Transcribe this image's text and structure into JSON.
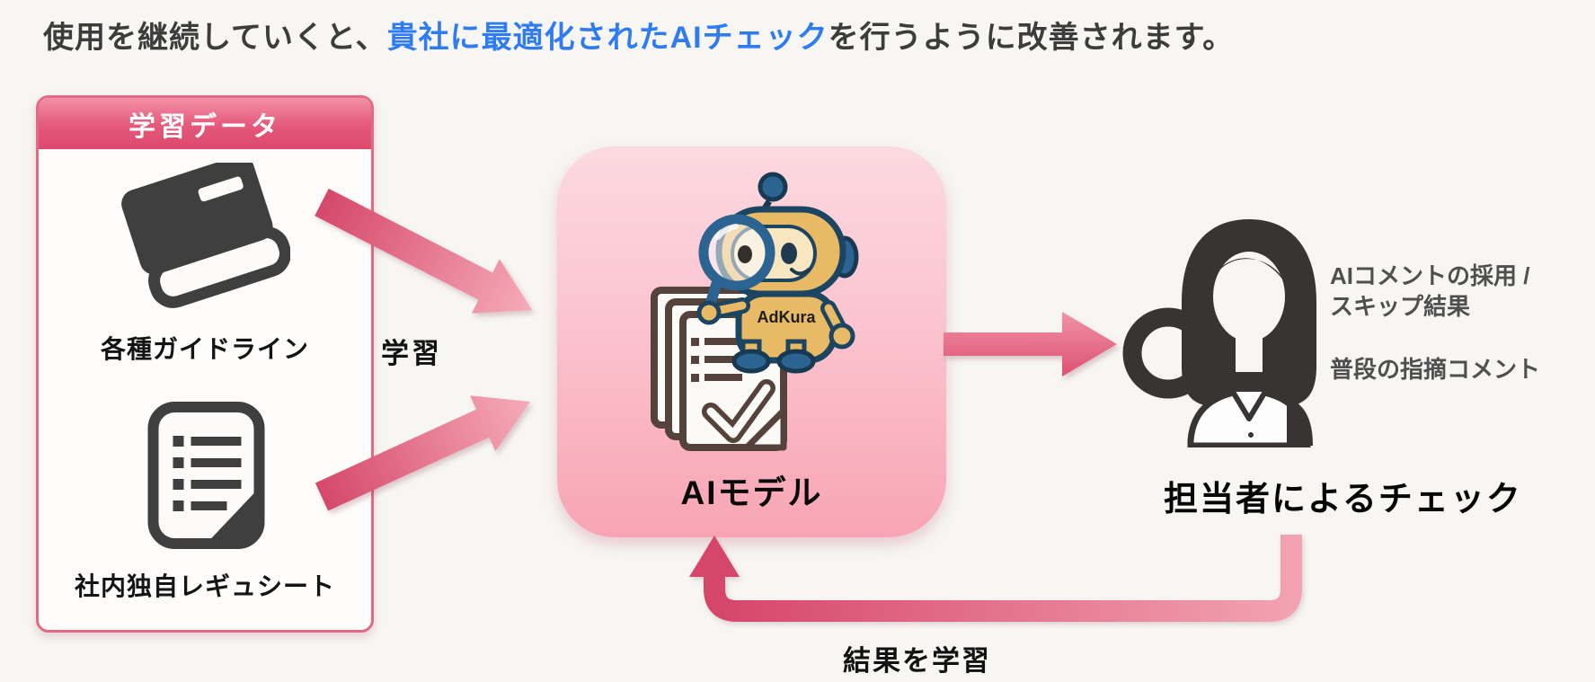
{
  "colors": {
    "background": "#f7f6f3",
    "title_text": "#3c3c3c",
    "title_highlight_blue": "#2f7cf2",
    "rose_header_top": "#f291a5",
    "rose_header_bottom": "#dd4a6d",
    "box_border": "#e26a85",
    "panel_pink_top": "#fcd9e0",
    "panel_pink_bottom": "#f8a4b3",
    "arrow_dark": "#d5486a",
    "arrow_light": "#f6abb8",
    "icon_gray": "#3f3f3f",
    "note_text": "#4f4f4f"
  },
  "title": {
    "prefix": "使用を継続していくと、",
    "highlight": "貴社に最適化されたAIチェック",
    "suffix": "を行うように改善されます。"
  },
  "learning_box": {
    "header": "学習データ",
    "items": [
      {
        "icon": "book-icon",
        "label": "各種ガイドライン"
      },
      {
        "icon": "regulation-sheet-icon",
        "label": "社内独自レギュシート"
      }
    ]
  },
  "flow": {
    "learn_label": "学習",
    "ai_model_label": "AIモデル",
    "mascot_name": "AdKura",
    "checker_label": "担当者によるチェック",
    "feedback_label": "結果を学習"
  },
  "checker_notes": {
    "line1": "AIコメントの採用 /",
    "line2": "スキップ結果",
    "line3": "普段の指摘コメント"
  }
}
